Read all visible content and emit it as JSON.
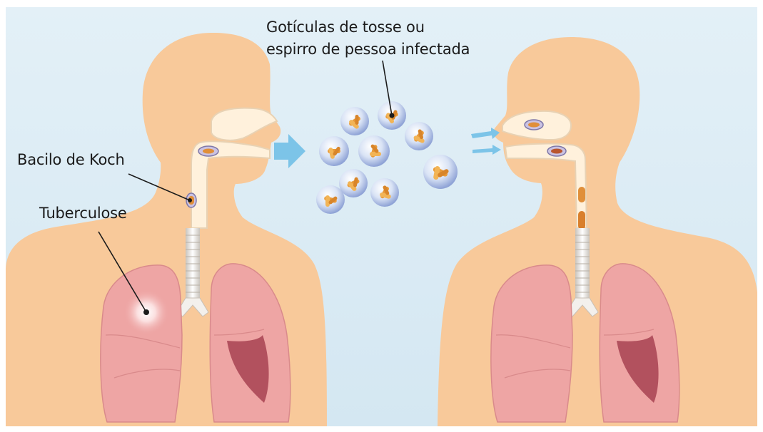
{
  "labels": {
    "droplets_line1": "Gotículas de tosse ou",
    "droplets_line2": "espirro de pessoa infectada",
    "bacillus": "Bacilo de Koch",
    "tuberculosis": "Tuberculose"
  },
  "colors": {
    "background": "#dcecf5",
    "skin": "#f8c99a",
    "lung": "#eea5a4",
    "lung_dark": "#b2515e",
    "airway": "#fff1dc",
    "bacillus": "#e99a38",
    "arrow": "#7cc4e8",
    "label_text": "#1b1b1b"
  }
}
